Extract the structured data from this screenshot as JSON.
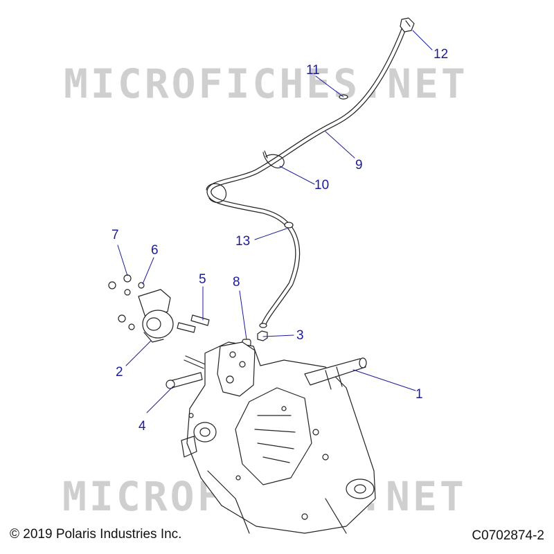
{
  "watermark": "MICROFICHES.NET",
  "callouts": [
    {
      "id": "1",
      "label": "1"
    },
    {
      "id": "2",
      "label": "2"
    },
    {
      "id": "3",
      "label": "3"
    },
    {
      "id": "4",
      "label": "4"
    },
    {
      "id": "5",
      "label": "5"
    },
    {
      "id": "6",
      "label": "6"
    },
    {
      "id": "7",
      "label": "7"
    },
    {
      "id": "8",
      "label": "8"
    },
    {
      "id": "9",
      "label": "9"
    },
    {
      "id": "10",
      "label": "10"
    },
    {
      "id": "11",
      "label": "11"
    },
    {
      "id": "12",
      "label": "12"
    },
    {
      "id": "13",
      "label": "13"
    }
  ],
  "footer": {
    "copyright": "© 2019 Polaris Industries Inc.",
    "figure_code": "C0702874-2"
  },
  "colors": {
    "callout": "#1a1a9a",
    "line_art": "#222222",
    "watermark": "#cfcfcf"
  }
}
